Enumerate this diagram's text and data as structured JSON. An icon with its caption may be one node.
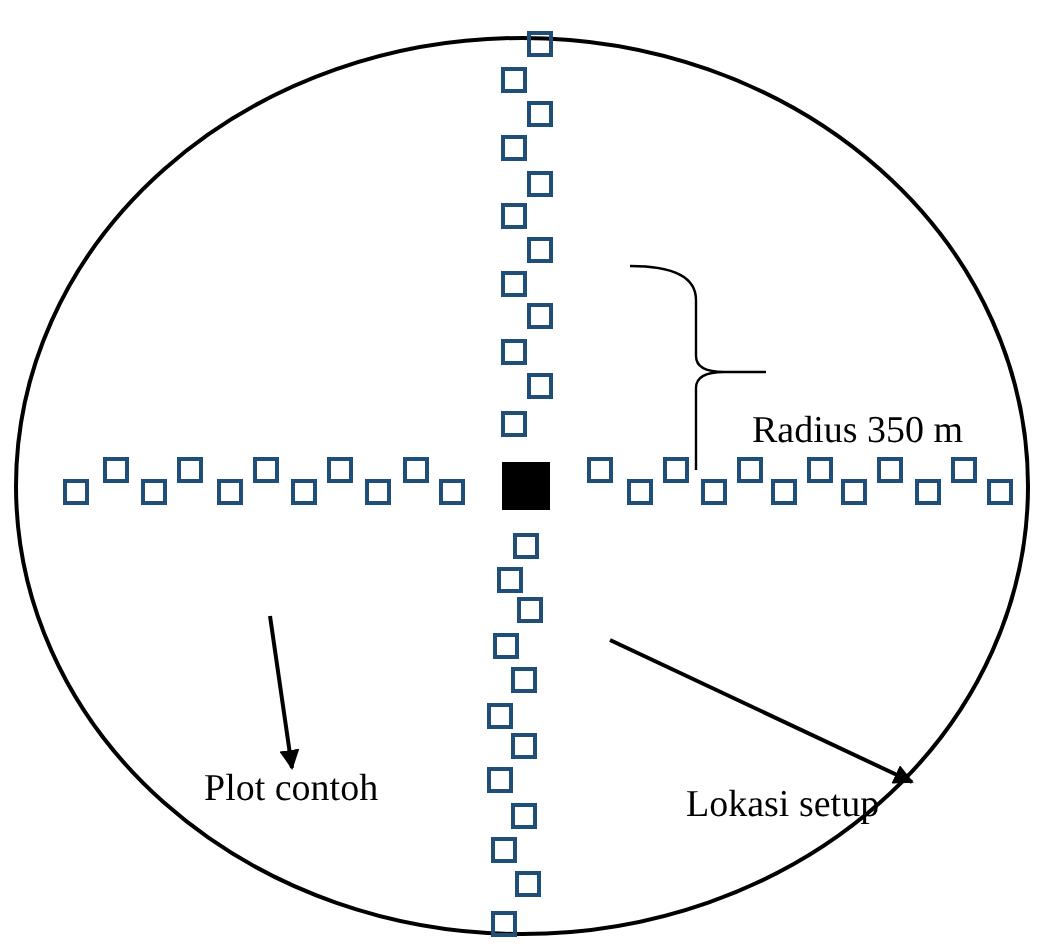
{
  "diagram": {
    "nodes": [
      {
        "text": [
          "Plot contoh"
        ]
      },
      {
        "text": [
          "Lokasi setup"
        ]
      }
    ],
    "edges": [
      {
        "from": null,
        "to": 0,
        "arrow": "to"
      },
      {
        "from": null,
        "to": 1,
        "arrow": "to"
      }
    ],
    "labels": [
      "Radius 350 m"
    ]
  }
}
